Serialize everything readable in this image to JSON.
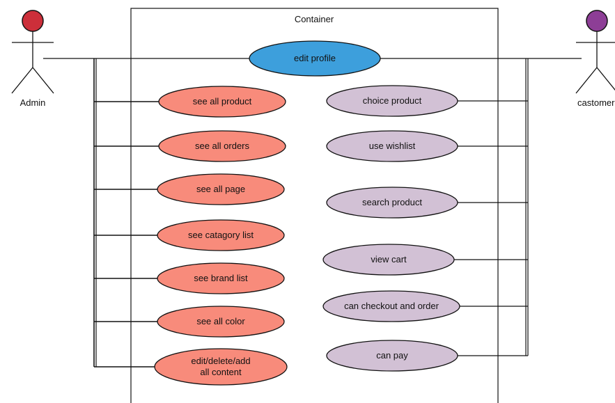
{
  "container": {
    "title": "Container"
  },
  "actors": {
    "admin": {
      "label": "Admin",
      "color": "#cc2f3a"
    },
    "customer": {
      "label": "castomer",
      "color": "#8d3e96"
    }
  },
  "shared_use_case": {
    "label": "edit profile",
    "color": "#3d9fdc"
  },
  "admin_use_cases": [
    {
      "lines": [
        "see all  product"
      ]
    },
    {
      "lines": [
        "see all orders"
      ]
    },
    {
      "lines": [
        "see all page"
      ]
    },
    {
      "lines": [
        "see catagory list"
      ]
    },
    {
      "lines": [
        "see brand list"
      ]
    },
    {
      "lines": [
        "see all color"
      ]
    },
    {
      "lines": [
        "edit/delete/add",
        "all content"
      ]
    }
  ],
  "customer_use_cases": [
    {
      "lines": [
        "choice product"
      ]
    },
    {
      "lines": [
        "use wishlist"
      ]
    },
    {
      "lines": [
        "search product"
      ]
    },
    {
      "lines": [
        "view cart"
      ]
    },
    {
      "lines": [
        "can checkout and order"
      ]
    },
    {
      "lines": [
        "can pay"
      ]
    }
  ],
  "colors": {
    "admin_use_case": "#f88b7b",
    "customer_use_case": "#d2c1d5",
    "line": "#111111"
  }
}
